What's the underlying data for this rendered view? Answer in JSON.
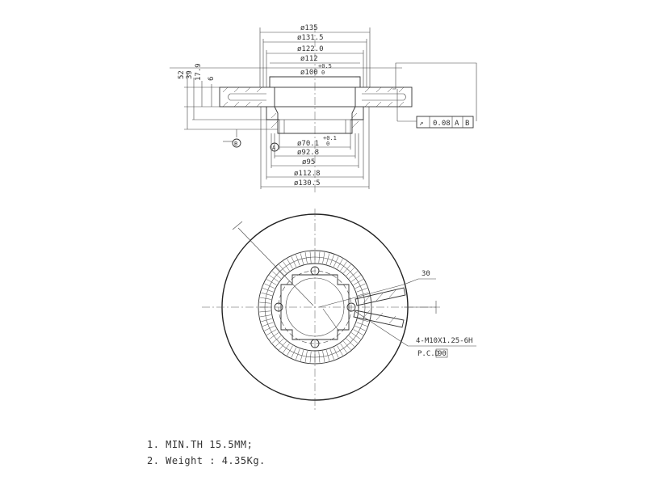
{
  "side_view": {
    "dia_135": "ø135",
    "dia_131_5": "ø131.5",
    "dia_122": "ø122.0",
    "dia_112": "ø112",
    "dia_100": "ø100",
    "dia_100_tol": "+0.5",
    "dia_100_tol2": "0",
    "dia_70_1": "ø70.1",
    "dia_70_1_tol": "+0.1",
    "dia_70_1_tol2": "0",
    "dia_92_8": "ø92.8",
    "dia_95": "ø95",
    "dia_112_8": "ø112.8",
    "dia_130_5": "ø130.5",
    "h_52": "52",
    "h_39": "39",
    "h_17_9": "17.9",
    "h_6": "6",
    "tolerance_symbol": "↗",
    "tolerance_value": "0.08",
    "datum_a": "A",
    "datum_b": "B",
    "datum_label_a": "A",
    "datum_label_b": "B"
  },
  "front_view": {
    "angle": "30",
    "thread_spec": "4-M10X1.25-6H",
    "pcd_label": "P.C.D",
    "pcd_value": "90"
  },
  "notes": [
    "1. MIN.TH 15.5MM;",
    "2. Weight : 4.35Kg."
  ]
}
